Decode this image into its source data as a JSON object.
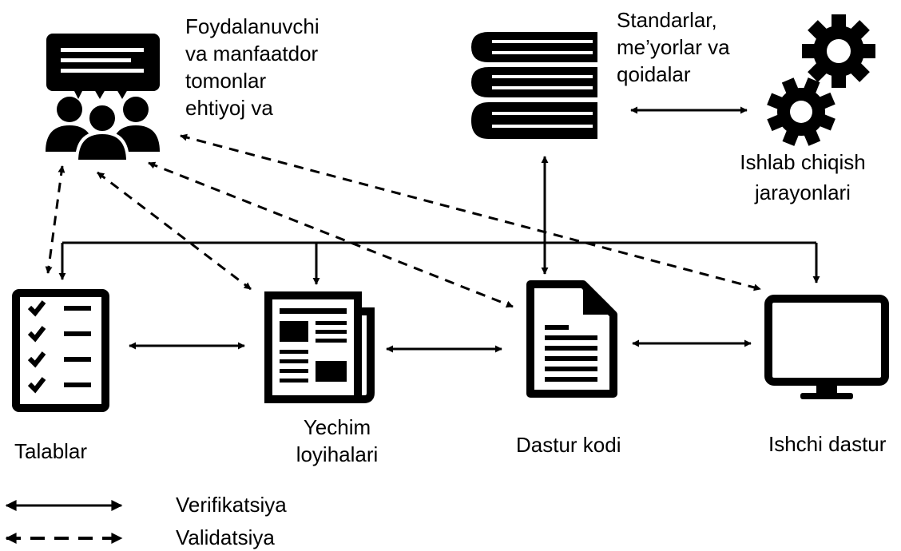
{
  "labels": {
    "stakeholders": [
      "Foydalanuvchi",
      "va manfaatdor",
      "tomonlar",
      "ehtiyoj va"
    ],
    "standards": [
      "Standarlar,",
      "me’yorlar va",
      "qoidalar"
    ],
    "processes": [
      "Ishlab chiqish",
      "jarayonlari"
    ],
    "requirements": "Talablar",
    "design": [
      "Yechim",
      "loyihalari"
    ],
    "code": "Dastur kodi",
    "program": "Ishchi dastur"
  },
  "legend": {
    "solid_label": "Verifikatsiya",
    "dashed_label": "Validatsiya"
  },
  "icons": {
    "stakeholders": "people-speech-icon",
    "standards": "books-icon",
    "processes": "gears-icon",
    "requirements": "checklist-icon",
    "design": "newspaper-icon",
    "code": "document-icon",
    "program": "monitor-icon"
  },
  "colors": {
    "ink": "#000000",
    "background": "#ffffff"
  }
}
